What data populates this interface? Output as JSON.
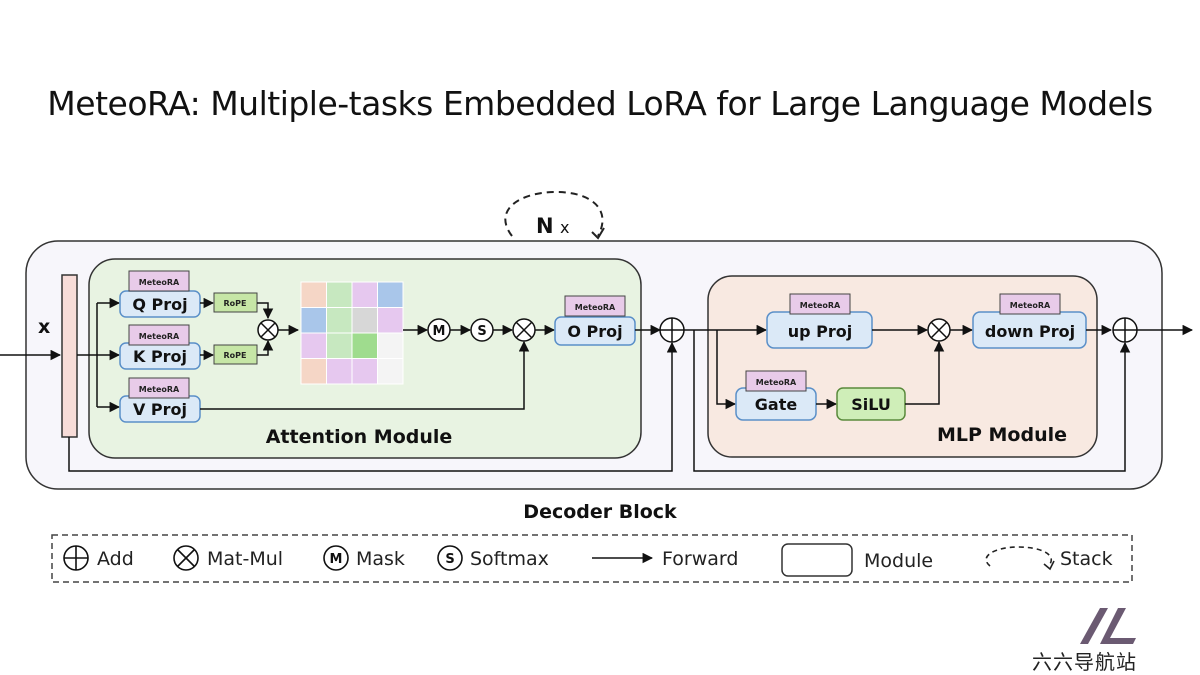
{
  "title": "MeteoRA: Multiple-tasks Embedded LoRA for Large Language Models",
  "stack_label": {
    "n": "N",
    "x": "x"
  },
  "input_label": "x",
  "attention": {
    "module_label": "Attention Module",
    "meteora_tag": "MeteoRA",
    "q_proj": "Q Proj",
    "k_proj": "K Proj",
    "v_proj": "V Proj",
    "o_proj": "O Proj",
    "rope": "RoPE",
    "mask_symbol": "M",
    "softmax_symbol": "S",
    "heatmap_colors": [
      [
        "#f5d6c6",
        "#c7e8c0",
        "#e6c8ef",
        "#a9c6ea"
      ],
      [
        "#a9c6ea",
        "#c7e8c0",
        "#d7d7d7",
        "#e6c8ef"
      ],
      [
        "#e6c8ef",
        "#c7e8c0",
        "#9fdc8e",
        "#f4f4f4"
      ],
      [
        "#f5d6c6",
        "#e6c8ef",
        "#e6c8ef",
        "#f4f4f4"
      ]
    ]
  },
  "mlp": {
    "module_label": "MLP Module",
    "meteora_tag": "MeteoRA",
    "up_proj": "up Proj",
    "down_proj": "down Proj",
    "gate": "Gate",
    "silu": "SiLU"
  },
  "decoder_label": "Decoder Block",
  "legend": {
    "add": "Add",
    "matmul": "Mat-Mul",
    "mask": "Mask",
    "softmax": "Softmax",
    "forward": "Forward",
    "module": "Module",
    "stack": "Stack",
    "mask_symbol": "M",
    "softmax_symbol": "S"
  },
  "watermark": {
    "text": "六六导航站",
    "logo": "IL"
  },
  "colors": {
    "attention_bg": "#e8f3e2",
    "mlp_bg": "#f8e9e1",
    "decoder_bg": "#f7f6fb",
    "proj_fill": "#dbe9f7",
    "meteora_fill": "#e8cbe9",
    "rope_fill": "#c6e6a6",
    "silu_fill": "#cfeeb8"
  }
}
